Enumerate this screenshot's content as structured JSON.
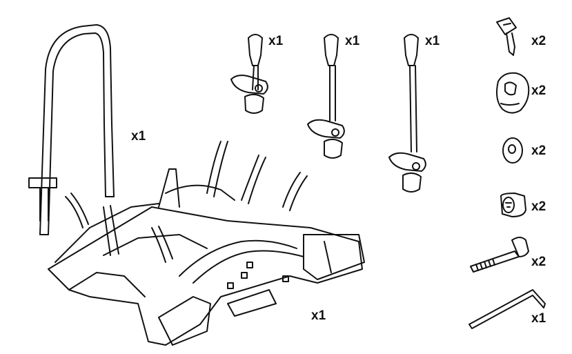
{
  "figure": {
    "parts": [
      {
        "id": "frame",
        "qty": "x1"
      },
      {
        "id": "arm-short",
        "qty": "x1"
      },
      {
        "id": "arm-medium",
        "qty": "x1"
      },
      {
        "id": "arm-long",
        "qty": "x1"
      },
      {
        "id": "keys",
        "qty": "x2"
      },
      {
        "id": "knob",
        "qty": "x2"
      },
      {
        "id": "washer",
        "qty": "x2"
      },
      {
        "id": "nut",
        "qty": "x2"
      },
      {
        "id": "bolt",
        "qty": "x2"
      },
      {
        "id": "carrier",
        "qty": "x1"
      },
      {
        "id": "allen-key",
        "qty": "x1"
      }
    ]
  }
}
